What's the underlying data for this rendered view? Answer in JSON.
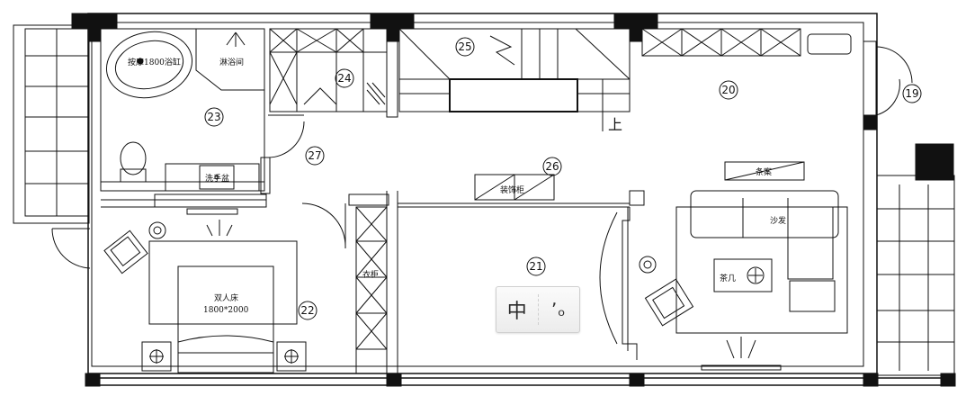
{
  "rooms": [
    {
      "number": "19"
    },
    {
      "number": "20"
    },
    {
      "number": "21"
    },
    {
      "number": "22"
    },
    {
      "number": "23"
    },
    {
      "number": "24"
    },
    {
      "number": "25"
    },
    {
      "number": "26"
    },
    {
      "number": "27"
    }
  ],
  "labels": {
    "bathtub": "按摩1800浴缸",
    "shower": "淋浴间",
    "basin": "洗手盆",
    "display_cabinet": "装饰柜",
    "side_table": "条案",
    "sofa": "沙发",
    "tea_table": "茶几",
    "double_bed": "双人床",
    "bed_size": "1800*2000",
    "wardrobe": "衣柜",
    "up": "上"
  },
  "ime_toolbar": {
    "mode": "中",
    "punct": "ʼₒ"
  }
}
